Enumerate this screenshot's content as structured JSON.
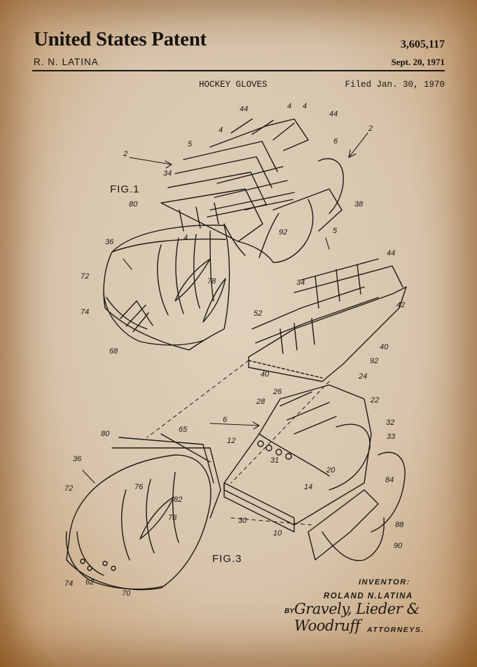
{
  "header": {
    "title": "United States Patent",
    "patent_number": "3,605,117",
    "inventor": "R. N. LATINA",
    "date": "Sept. 20, 1971"
  },
  "subheader": {
    "subject": "HOCKEY GLOVES",
    "filed": "Filed Jan. 30, 1970"
  },
  "figures": {
    "fig1_label": "FIG.1",
    "fig3_label": "FIG.3"
  },
  "reference_numbers": [
    "44",
    "4",
    "4",
    "44",
    "2",
    "5",
    "6",
    "2",
    "4",
    "34",
    "38",
    "5",
    "92",
    "80",
    "36",
    "4",
    "72",
    "78",
    "74",
    "68",
    "44",
    "34",
    "42",
    "52",
    "40",
    "92",
    "40",
    "26",
    "24",
    "28",
    "22",
    "6",
    "32",
    "33",
    "12",
    "31",
    "80",
    "65",
    "36",
    "84",
    "72",
    "76",
    "20",
    "82",
    "14",
    "78",
    "88",
    "90",
    "30",
    "10",
    "74",
    "62",
    "70"
  ],
  "signature_block": {
    "inventor_caption": "INVENTOR:",
    "inventor_name": "ROLAND N.LATINA",
    "by": "BY",
    "attorney_signature": "Gravely, Lieder & Woodruff",
    "attorneys_caption": "ATTORNEYS."
  },
  "colors": {
    "paper": "#d8c6ae",
    "paper_edge": "#a9773f",
    "ink": "#1a1613"
  }
}
